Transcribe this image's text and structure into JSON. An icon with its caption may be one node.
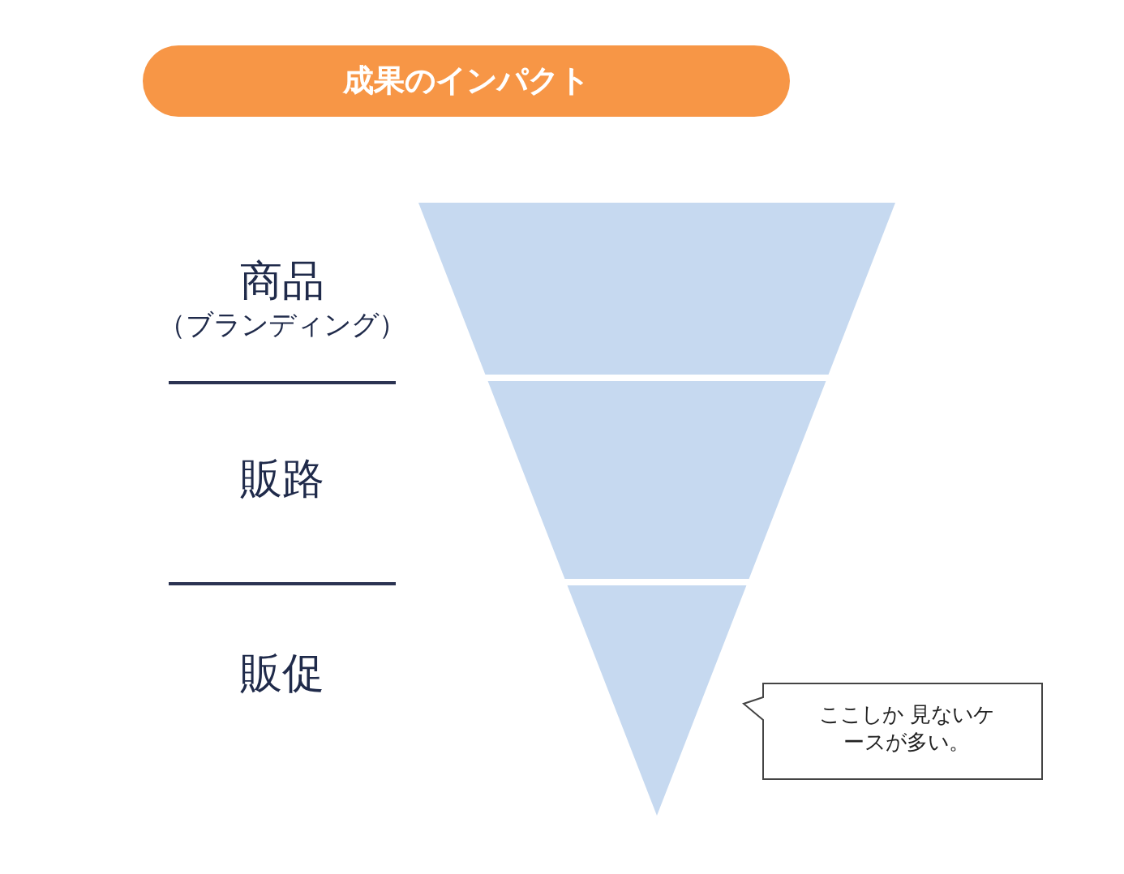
{
  "diagram": {
    "title": "成果のインパクト",
    "nodes": [
      {
        "text": [],
        "shape": "trapezoid"
      },
      {
        "text": [],
        "shape": "trapezoid"
      },
      {
        "text": [],
        "shape": "triangle"
      },
      {
        "text": [
          "ここしか 見ないケースが多い。"
        ]
      }
    ],
    "labels": [
      "商品",
      "（ブランディング）",
      "販路",
      "販促"
    ]
  }
}
